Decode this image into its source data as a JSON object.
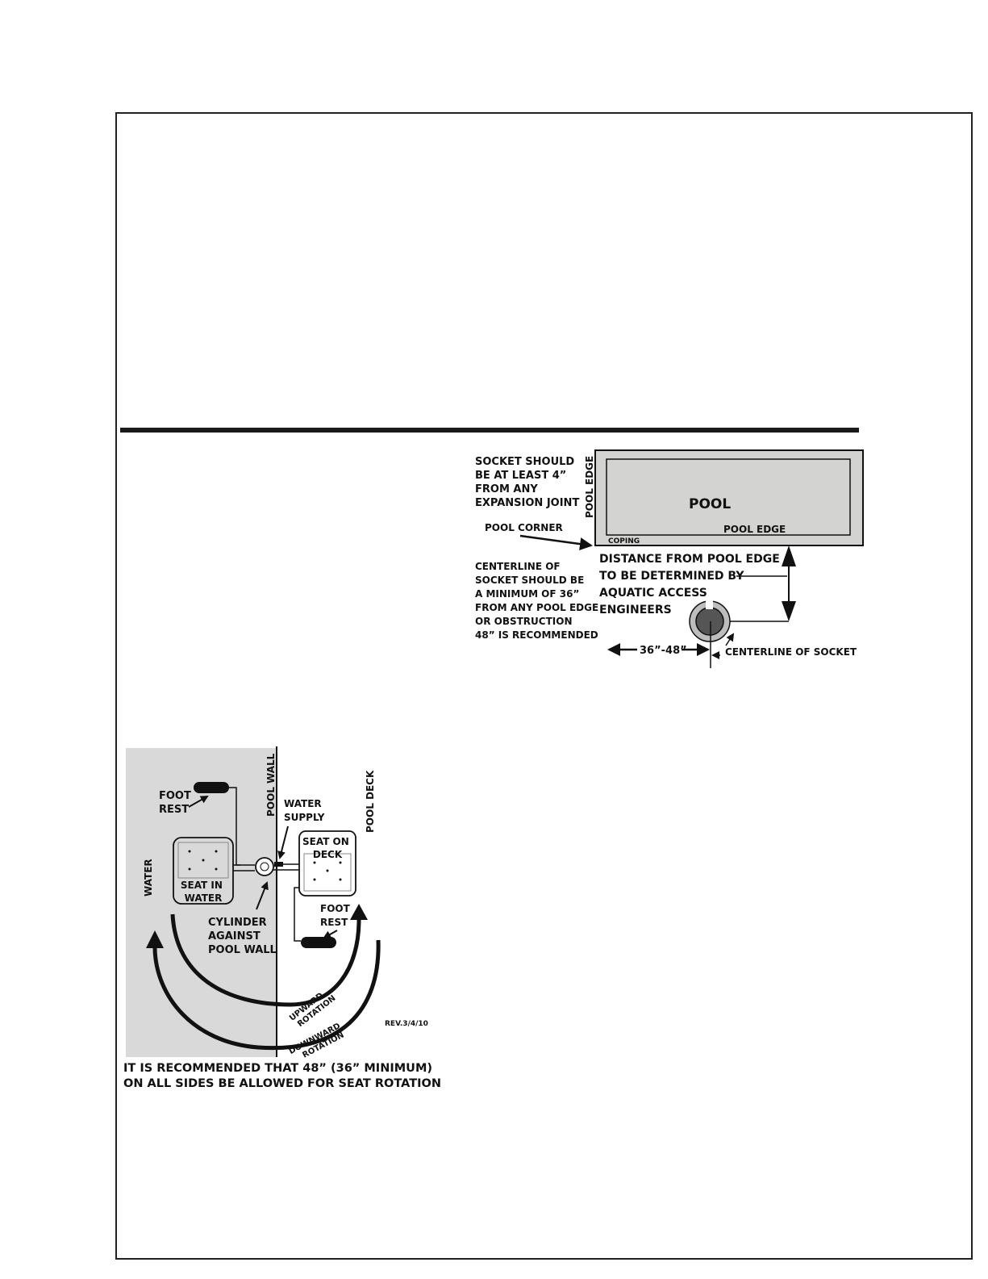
{
  "colors": {
    "pool_fill": "#d3d3d1",
    "water_fill": "#d9d9d9",
    "line": "#111111",
    "socket_dark": "#555555",
    "socket_ring": "#bdbdbd"
  },
  "layout_diagram": {
    "socket_note": [
      "SOCKET SHOULD",
      "BE AT LEAST 4”",
      "FROM ANY",
      "EXPANSION JOINT"
    ],
    "pool_edge_vertical": "POOL EDGE",
    "pool": "POOL",
    "pool_corner": "POOL CORNER",
    "coping": "COPING",
    "pool_edge": "POOL EDGE",
    "centerline_note": [
      "CENTERLINE OF",
      "SOCKET SHOULD BE",
      "A MINIMUM OF 36”",
      "FROM ANY POOL EDGE",
      "OR OBSTRUCTION",
      "48” IS RECOMMENDED"
    ],
    "distance_note": [
      "DISTANCE FROM POOL EDGE",
      "TO BE DETERMINED BY",
      "AQUATIC ACCESS",
      "ENGINEERS"
    ],
    "dimension": "36”-48”",
    "centerline_of_socket": "CENTERLINE OF SOCKET"
  },
  "rotation_diagram": {
    "foot_rest_top": [
      "FOOT",
      "REST"
    ],
    "pool_wall": "POOL WALL",
    "water_supply": [
      "WATER",
      "SUPPLY"
    ],
    "pool_deck": "POOL DECK",
    "seat_on_deck": [
      "SEAT ON",
      "DECK"
    ],
    "water": "WATER",
    "seat_in_water": [
      "SEAT IN",
      "WATER"
    ],
    "cylinder": [
      "CYLINDER",
      "AGAINST",
      "POOL WALL"
    ],
    "foot_rest_bottom": [
      "FOOT",
      "REST"
    ],
    "upward_rotation": [
      "UPWARD",
      "ROTATION"
    ],
    "downward_rotation": [
      "DOWNWARD",
      "ROTATION"
    ],
    "revision": "REV.3/4/10",
    "recommendation": [
      "IT IS RECOMMENDED THAT 48” (36” MINIMUM)",
      "ON ALL SIDES BE ALLOWED FOR SEAT ROTATION"
    ]
  }
}
